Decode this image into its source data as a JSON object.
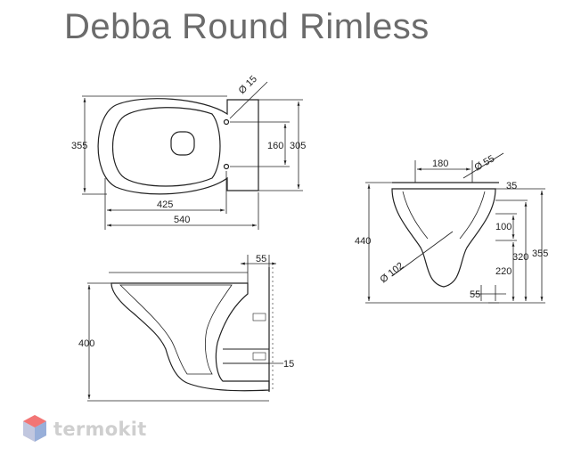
{
  "title": "Debba Round Rimless",
  "top_view": {
    "dims": [
      "355",
      "160",
      "305",
      "425",
      "540",
      "Ø 15"
    ]
  },
  "front_view": {
    "dims": [
      "180",
      "Ø 55",
      "35",
      "440",
      "100",
      "355",
      "320",
      "220",
      "Ø 102",
      "55"
    ]
  },
  "side_view": {
    "dims": [
      "55",
      "400",
      "15"
    ]
  },
  "logo": {
    "text": "termokit"
  },
  "colors": {
    "line": "#222222",
    "title": "#6b6b6b",
    "logo_text": "#cfcfcf",
    "logo_red": "#f05a5a",
    "logo_blue": "#5aa0e6"
  }
}
